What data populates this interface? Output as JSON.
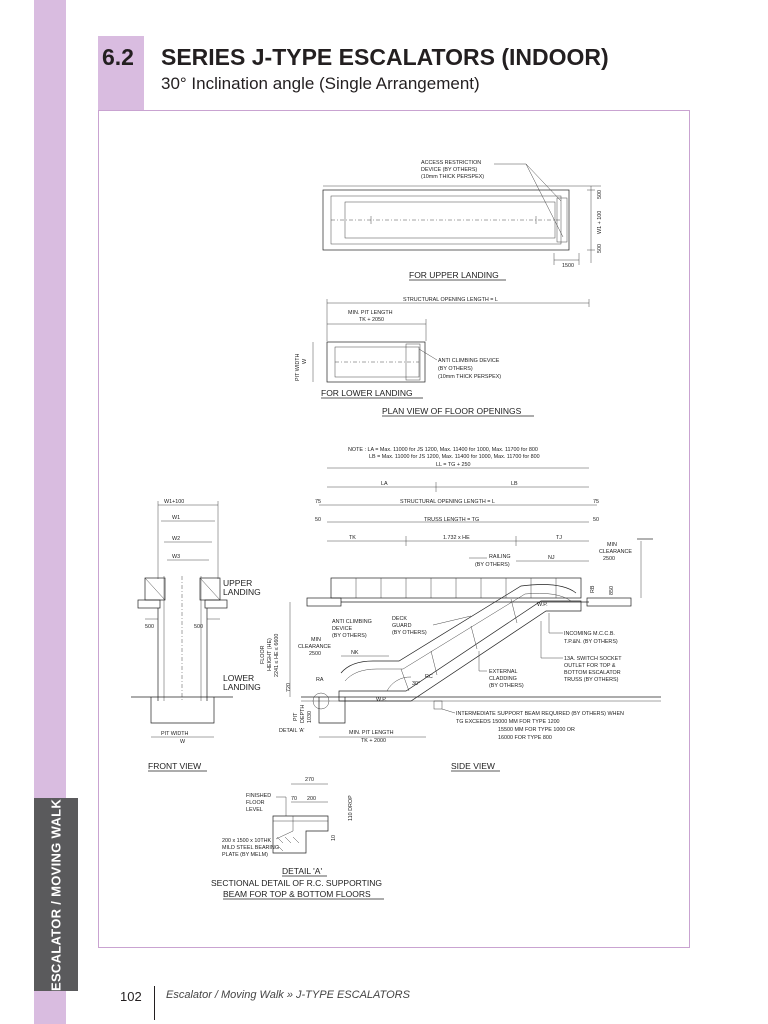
{
  "sidebar": {
    "tab_label": "ESCALATOR / MOVING WALK"
  },
  "header": {
    "section_number": "6.2",
    "title": "SERIES J-TYPE ESCALATORS (INDOOR)",
    "subtitle": "30° Inclination angle (Single Arrangement)"
  },
  "drawing": {
    "upper_plan": {
      "access_label": [
        "ACCESS RESTRICTION",
        "DEVICE (BY OTHERS)",
        "(10mm THICK PERSPEX)"
      ],
      "dim_1500": "1500",
      "dim_side": [
        "500",
        "W1 + 100",
        "500"
      ],
      "caption": "FOR UPPER LANDING"
    },
    "lower_plan": {
      "structural_opening": "STRUCTURAL OPENING LENGTH = L",
      "min_pit": [
        "MIN. PIT LENGTH",
        "TK + 2050"
      ],
      "pit_width": [
        "PIT WIDTH",
        "W"
      ],
      "anti_climb": [
        "ANTI CLIMBING DEVICE",
        "(BY OTHERS)",
        "(10mm THICK PERSPEX)"
      ],
      "caption": "FOR LOWER LANDING"
    },
    "plan_view_caption": "PLAN VIEW OF FLOOR OPENINGS",
    "notes": [
      "NOTE : LA = Max. 11000 for JS 1200, Max. 11400 for 1000, Max. 11700 for 800",
      "LB = Max. 11000 for JS 1200, Max. 11400 for 1000, Max. 11700 for 800"
    ],
    "side_view": {
      "ll_dim": "LL = TG + 250",
      "la": "LA",
      "lb": "LB",
      "structural_opening": "STRUCTURAL OPENING LENGTH = L",
      "truss_length": "TRUSS LENGTH = TG",
      "dim_75": "75",
      "dim_50": "50",
      "tk": "TK",
      "he_dim": "1.732 x HE",
      "tj": "TJ",
      "nj": "NJ",
      "nk": "NK",
      "railing": [
        "RAILING",
        "(BY OTHERS)"
      ],
      "min_clearance_right": [
        "MIN",
        "CLEARANCE",
        "2500"
      ],
      "min_clearance_left": [
        "MIN",
        "CLEARANCE",
        "2500"
      ],
      "anti_climb": [
        "ANTI CLIMBING",
        "DEVICE",
        "(BY OTHERS)"
      ],
      "deck_guard": [
        "DECK",
        "GUARD",
        "(BY OTHERS)"
      ],
      "floor_height": [
        "FLOOR",
        "HEIGHT (HE)",
        "2241 ≤ HE ≤ 6600"
      ],
      "wp_upper": "W.P.",
      "wp_lower": "W.P.",
      "angle": "30°",
      "rc": "RC",
      "ra": "RA",
      "rb": "RB",
      "dim_850": "850",
      "incoming": [
        "INCOMING M.C.C.B.",
        "T.P.&N. (BY OTHERS)"
      ],
      "socket": [
        "13A. SWITCH SOCKET",
        "OUTLET FOR TOP &",
        "BOTTOM ESCALATOR",
        "TRUSS (BY OTHERS)"
      ],
      "cladding": [
        "EXTERNAL",
        "CLADDING",
        "(BY OTHERS)"
      ],
      "pit_depth": [
        "PIT",
        "DEPTH",
        "1030"
      ],
      "dim_720": "720",
      "intermediate": [
        "INTERMEDIATE SUPPORT BEAM REQUIRED (BY OTHERS) WHEN",
        "TG EXCEEDS 15000 MM FOR TYPE 1200",
        "15500 MM FOR TYPE 1000 OR",
        "16000 FOR TYPE 800"
      ],
      "min_pit": [
        "MIN. PIT LENGTH",
        "TK + 2000"
      ],
      "detail_ref": "DETAIL 'A'",
      "caption": "SIDE VIEW"
    },
    "front_view": {
      "w1_100": "W1+100",
      "w1": "W1",
      "w2": "W2",
      "w3": "W3",
      "dim_500_left": "500",
      "dim_500_right": "500",
      "upper_landing": [
        "UPPER",
        "LANDING"
      ],
      "lower_landing": [
        "LOWER",
        "LANDING"
      ],
      "pit_width": [
        "PIT WIDTH",
        "W"
      ],
      "caption": "FRONT VIEW"
    },
    "detail_a": {
      "dim_270": "270",
      "dim_70": "70",
      "dim_200": "200",
      "drop": "110 DROP",
      "dim_10": "10",
      "finished_floor": [
        "FINISHED",
        "FLOOR",
        "LEVEL"
      ],
      "plate": [
        "200 x 1500 x 10THK",
        "MILD STEEL BEARING",
        "PLATE (BY MELM)"
      ],
      "caption_title": "DETAIL 'A'",
      "caption_line1": "SECTIONAL DETAIL OF R.C. SUPPORTING",
      "caption_line2": "BEAM FOR TOP & BOTTOM FLOORS"
    }
  },
  "footer": {
    "page_number": "102",
    "breadcrumb": "Escalator / Moving Walk  »  J-TYPE ESCALATORS"
  },
  "colors": {
    "accent": "#d9bce0",
    "frame": "#c9a3d1",
    "tab": "#5a5a5c"
  }
}
